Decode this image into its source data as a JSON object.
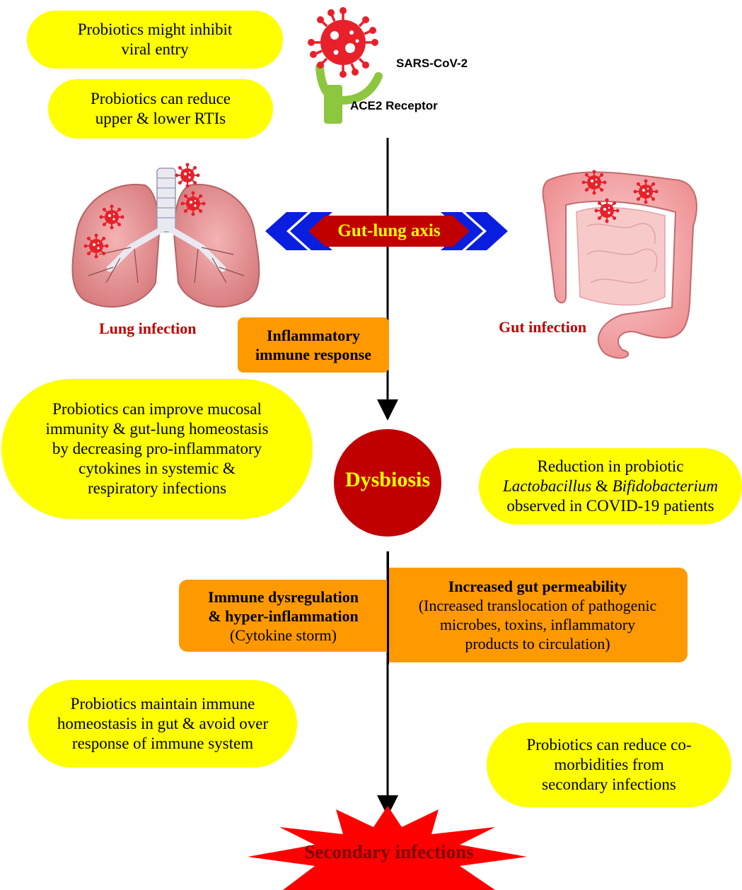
{
  "boxes": {
    "viral_entry": [
      "Probiotics might inhibit",
      "viral entry"
    ],
    "rti": [
      "Probiotics can reduce",
      "upper & lower RTIs"
    ],
    "mucosal": [
      "Probiotics can improve mucosal",
      "immunity & gut-lung homeostasis",
      "by decreasing pro-inflammatory",
      "cytokines in systemic &",
      "respiratory infections"
    ],
    "reduction": {
      "line1": "Reduction in probiotic",
      "lacto": "Lactobacillus",
      "amp": " & ",
      "bifido": "Bifidobacterium",
      "line3": "observed in COVID-19 patients"
    },
    "immune_homeostasis": [
      "Probiotics maintain immune",
      "homeostasis in gut & avoid over",
      "response of immune system"
    ],
    "comorbid": [
      "Probiotics can reduce co-",
      "morbidities from",
      "secondary infections"
    ]
  },
  "orange": {
    "inflammatory": [
      "Inflammatory",
      "immune response"
    ],
    "dysreg": [
      "Immune dysregulation",
      "& hyper-inflammation",
      "(Cytokine storm)"
    ],
    "permeability": [
      "Increased gut permeability",
      "(Increased translocation of pathogenic",
      "microbes, toxins, inflammatory",
      "products to circulation)"
    ]
  },
  "labels": {
    "virus": "SARS-CoV-2",
    "receptor": "ACE2 Receptor",
    "axis": "Gut-lung axis",
    "lung": "Lung infection",
    "gut": "Gut infection",
    "dysbiosis": "Dysbiosis",
    "secondary": "Secondary infections"
  },
  "colors": {
    "pill": "#ffff00",
    "orange": "#ff9900",
    "dark_red": "#c00000",
    "virus_red": "#e8202a",
    "arrow_blue": "#0a1ee0",
    "receptor_green": "#8dc63f"
  }
}
